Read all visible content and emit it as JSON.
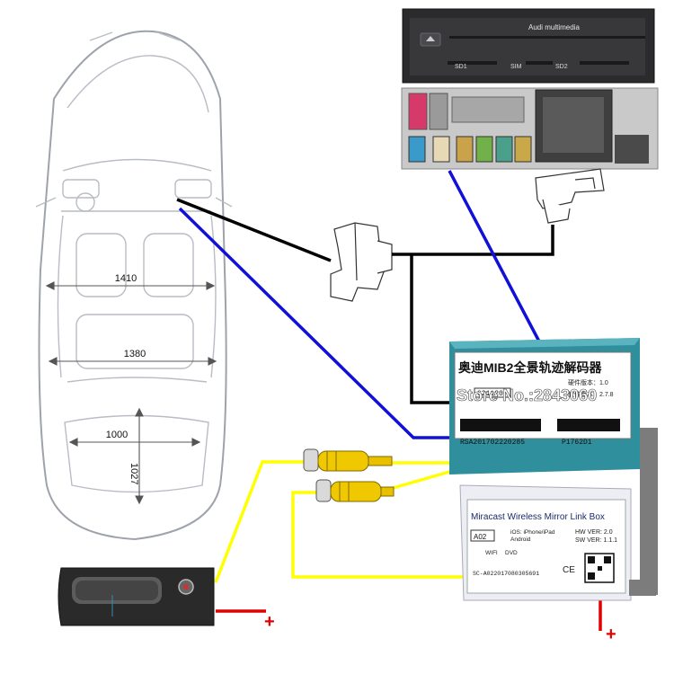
{
  "head_unit": {
    "brand_label": "Audi multimedia",
    "slot_sd1": "SD1",
    "slot_sim": "SIM",
    "slot_sd2": "SD2"
  },
  "car": {
    "width_front": "1410",
    "width_rear": "1380",
    "trunk_width": "1000",
    "trunk_length": "1027"
  },
  "decoder": {
    "title": "奥迪MIB2全景轨迹解码器",
    "hw_version": "硬件版本：1.0",
    "sw_version": "软件版本：2.7.8",
    "serial": "RSA201702220285",
    "part_no": "P1762D1",
    "sticker": "C21120",
    "watermark": "Store No.:2843060"
  },
  "miracast": {
    "title": "Miracast Wireless Mirror Link Box",
    "model": "A02",
    "ios_line": "iOS: iPhone/iPad",
    "android_line": "Android",
    "hw_ver": "HW VER: 2.0",
    "sw_ver": "SW VER: 1.1.1",
    "wifi": "WIFI",
    "dvd": "DVD",
    "serial": "SC-A022017080305691",
    "ce": "CE"
  },
  "power": {
    "plus_camera": "+",
    "plus_box": "+"
  },
  "colors": {
    "video_wire": "#ffff00",
    "lvds_wire": "#0000dd",
    "can_wire": "#000000",
    "power_wire": "#e00000",
    "decoder_teal": "#2f8f9d",
    "rca_yellow": "#f0c800"
  }
}
